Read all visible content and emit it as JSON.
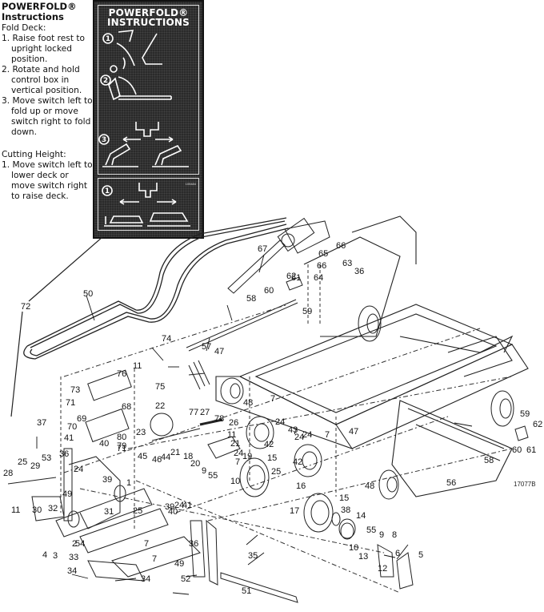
{
  "instructions": {
    "title_line1": "POWERFOLD®",
    "title_line2": "Instructions",
    "fold_deck_heading": "Fold Deck:",
    "fold_steps": [
      "1. Raise foot rest to upright locked position.",
      "2. Rotate and hold control box in vertical position.",
      "3. Move switch left to fold up or move switch right to fold down."
    ],
    "cutting_height_heading": "Cutting Height:",
    "cutting_steps": [
      "1. Move switch left to lower deck or move switch right to raise deck."
    ]
  },
  "decal": {
    "title_line1": "POWERFOLD®",
    "title_line2": "INSTRUCTIONS",
    "step_markers": [
      "1",
      "2",
      "3"
    ],
    "bottom_step_marker": "1",
    "code": "105484"
  },
  "figure_number": "17077B",
  "callouts": [
    {
      "id": "c72",
      "label": "72"
    },
    {
      "id": "c50",
      "label": "50"
    },
    {
      "id": "c67",
      "label": "67"
    },
    {
      "id": "c65",
      "label": "65"
    },
    {
      "id": "c66a",
      "label": "66"
    },
    {
      "id": "c66b",
      "label": "66"
    },
    {
      "id": "c63",
      "label": "63"
    },
    {
      "id": "c36a",
      "label": "36"
    },
    {
      "id": "c62a",
      "label": "62"
    },
    {
      "id": "c61a",
      "label": "61"
    },
    {
      "id": "c64",
      "label": "64"
    },
    {
      "id": "c60a",
      "label": "60"
    },
    {
      "id": "c59a",
      "label": "59"
    },
    {
      "id": "c58a",
      "label": "58"
    },
    {
      "id": "c57",
      "label": "57"
    },
    {
      "id": "c74",
      "label": "74"
    },
    {
      "id": "c11a",
      "label": "11"
    },
    {
      "id": "c47a",
      "label": "47"
    },
    {
      "id": "c73",
      "label": "73"
    },
    {
      "id": "c76",
      "label": "76"
    },
    {
      "id": "c75",
      "label": "75"
    },
    {
      "id": "c71a",
      "label": "71"
    },
    {
      "id": "c68",
      "label": "68"
    },
    {
      "id": "c48a",
      "label": "48"
    },
    {
      "id": "c7a",
      "label": "7"
    },
    {
      "id": "c22",
      "label": "22"
    },
    {
      "id": "c77",
      "label": "77"
    },
    {
      "id": "c27",
      "label": "27"
    },
    {
      "id": "c78",
      "label": "78"
    },
    {
      "id": "c26",
      "label": "26"
    },
    {
      "id": "c24a",
      "label": "24"
    },
    {
      "id": "c43",
      "label": "43"
    },
    {
      "id": "c7b",
      "label": "7"
    },
    {
      "id": "c47b",
      "label": "47"
    },
    {
      "id": "c37",
      "label": "37"
    },
    {
      "id": "c70",
      "label": "70"
    },
    {
      "id": "c69",
      "label": "69"
    },
    {
      "id": "c80",
      "label": "80"
    },
    {
      "id": "c41a",
      "label": "41"
    },
    {
      "id": "c23",
      "label": "23"
    },
    {
      "id": "c11b",
      "label": "11"
    },
    {
      "id": "c21a",
      "label": "21"
    },
    {
      "id": "c24b",
      "label": "24"
    },
    {
      "id": "c42a",
      "label": "42"
    },
    {
      "id": "c24c",
      "label": "24"
    },
    {
      "id": "c79",
      "label": "79"
    },
    {
      "id": "c36b",
      "label": "36"
    },
    {
      "id": "c40a",
      "label": "40"
    },
    {
      "id": "c71b",
      "label": "71"
    },
    {
      "id": "c45",
      "label": "45"
    },
    {
      "id": "c46",
      "label": "46"
    },
    {
      "id": "c44",
      "label": "44"
    },
    {
      "id": "c21b",
      "label": "21"
    },
    {
      "id": "c18",
      "label": "18"
    },
    {
      "id": "c24d",
      "label": "24"
    },
    {
      "id": "c7c",
      "label": "7"
    },
    {
      "id": "c20",
      "label": "20"
    },
    {
      "id": "c9a",
      "label": "9"
    },
    {
      "id": "c19",
      "label": "19"
    },
    {
      "id": "c15a",
      "label": "15"
    },
    {
      "id": "c42b",
      "label": "42"
    },
    {
      "id": "c7d",
      "label": "7"
    },
    {
      "id": "c25a",
      "label": "25"
    },
    {
      "id": "c29",
      "label": "29"
    },
    {
      "id": "c53",
      "label": "53"
    },
    {
      "id": "c28",
      "label": "28"
    },
    {
      "id": "c24e",
      "label": "24"
    },
    {
      "id": "c39a",
      "label": "39"
    },
    {
      "id": "c55a",
      "label": "55"
    },
    {
      "id": "c10a",
      "label": "10"
    },
    {
      "id": "c25b",
      "label": "25"
    },
    {
      "id": "c48b",
      "label": "48"
    },
    {
      "id": "c59b",
      "label": "59"
    },
    {
      "id": "c62b",
      "label": "62"
    },
    {
      "id": "c60b",
      "label": "60"
    },
    {
      "id": "c61b",
      "label": "61"
    },
    {
      "id": "c58b",
      "label": "58"
    },
    {
      "id": "c56",
      "label": "56"
    },
    {
      "id": "c11c",
      "label": "11"
    },
    {
      "id": "c30",
      "label": "30"
    },
    {
      "id": "c32",
      "label": "32"
    },
    {
      "id": "c49a",
      "label": "49"
    },
    {
      "id": "c1",
      "label": "1"
    },
    {
      "id": "c16",
      "label": "16"
    },
    {
      "id": "c31",
      "label": "31"
    },
    {
      "id": "c17",
      "label": "17"
    },
    {
      "id": "c15b",
      "label": "15"
    },
    {
      "id": "c38",
      "label": "38"
    },
    {
      "id": "c14",
      "label": "14"
    },
    {
      "id": "c25c",
      "label": "25"
    },
    {
      "id": "c39b",
      "label": "39"
    },
    {
      "id": "c24f",
      "label": "24"
    },
    {
      "id": "c41b",
      "label": "41"
    },
    {
      "id": "c40b",
      "label": "40"
    },
    {
      "id": "c55b",
      "label": "55"
    },
    {
      "id": "c9b",
      "label": "9"
    },
    {
      "id": "c8",
      "label": "8"
    },
    {
      "id": "c2",
      "label": "2"
    },
    {
      "id": "c54",
      "label": "54"
    },
    {
      "id": "c7e",
      "label": "7"
    },
    {
      "id": "c4",
      "label": "4"
    },
    {
      "id": "c3",
      "label": "3"
    },
    {
      "id": "c36c",
      "label": "36"
    },
    {
      "id": "c10b",
      "label": "10"
    },
    {
      "id": "c6",
      "label": "6"
    },
    {
      "id": "c5",
      "label": "5"
    },
    {
      "id": "c33",
      "label": "33"
    },
    {
      "id": "c7f",
      "label": "7"
    },
    {
      "id": "c35",
      "label": "35"
    },
    {
      "id": "c13",
      "label": "13"
    },
    {
      "id": "c12",
      "label": "12"
    },
    {
      "id": "c49b",
      "label": "49"
    },
    {
      "id": "c34a",
      "label": "34"
    },
    {
      "id": "c52",
      "label": "52"
    },
    {
      "id": "c34b",
      "label": "34"
    },
    {
      "id": "c51",
      "label": "51"
    }
  ]
}
